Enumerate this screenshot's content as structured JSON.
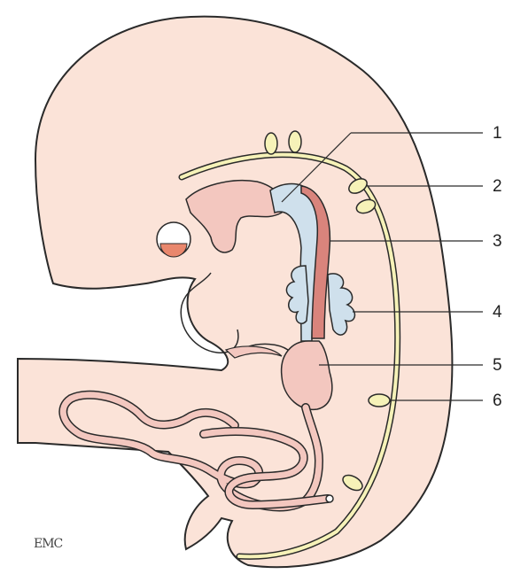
{
  "diagram": {
    "callouts": [
      {
        "id": "1",
        "label": "1"
      },
      {
        "id": "2",
        "label": "2"
      },
      {
        "id": "3",
        "label": "3"
      },
      {
        "id": "4",
        "label": "4"
      },
      {
        "id": "5",
        "label": "5"
      },
      {
        "id": "6",
        "label": "6"
      }
    ],
    "watermark": "EMC"
  },
  "colors": {
    "embryo_fill": "#fbe3d8",
    "outline": "#2a2a2a",
    "notochord": "#f6f2b8",
    "gut_tube": "#f3c7bf",
    "red_band": "#d9847c",
    "blue_lumen": "#cfe0ec",
    "eye_red": "#e9876d"
  }
}
